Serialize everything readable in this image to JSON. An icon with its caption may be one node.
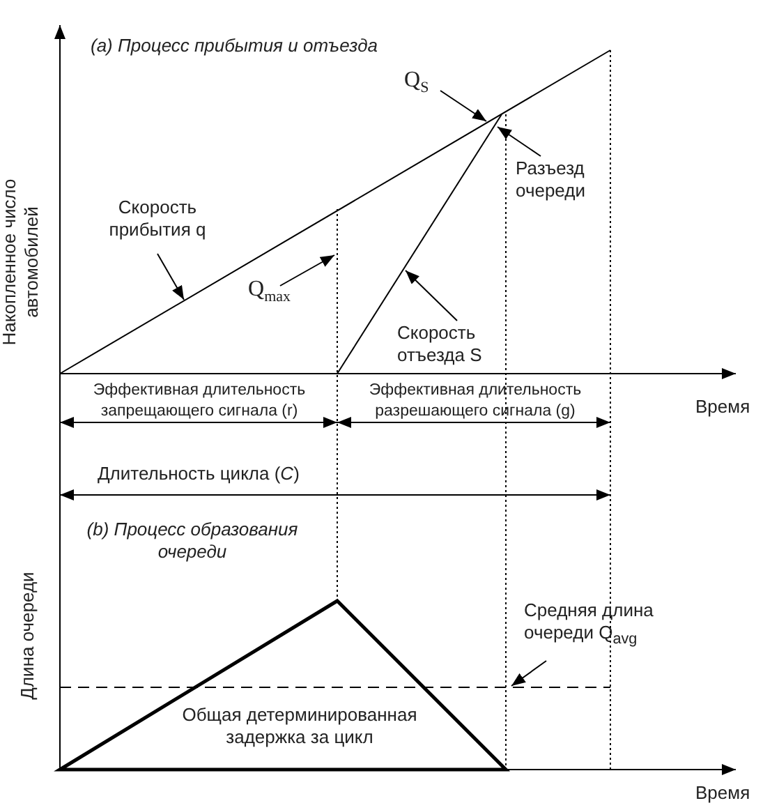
{
  "diagram": {
    "nodes": [
      {
        "text": [
          "Q$_{S}$"
        ]
      },
      {
        "text": [
          "Разъезд очереди"
        ]
      },
      {
        "text": [
          "Скорость прибытия q"
        ]
      },
      {
        "text": [
          "Q$_{max}$"
        ]
      },
      {
        "text": [
          "Скорость отъезда S"
        ]
      },
      {
        "text": [
          "Средняя длина очереди Q$_{avg}$"
        ]
      },
      {
        "text": [],
        "shape": "line"
      }
    ],
    "edges": [
      {
        "from": 0,
        "to": null,
        "arrow": "to"
      },
      {
        "from": 1,
        "to": null,
        "arrow": "to"
      },
      {
        "from": 2,
        "to": null,
        "arrow": "to"
      },
      {
        "from": 3,
        "to": null,
        "arrow": "to"
      },
      {
        "from": 4,
        "to": null,
        "arrow": "to"
      },
      {
        "from": 5,
        "to": 6,
        "arrow": "to"
      }
    ],
    "labels": [
      "(a) Процесс прибытия и отъезда",
      "Накопленное число автомобилей",
      "Эффективная длительность запрещающего сигнала (r)",
      "Эффективная длительность разрешающего сигнала (g)",
      "Время",
      "Длительность цикла (*C*)",
      "(b) Процесс образования очереди",
      "Длина очереди",
      "Общая детерминированная задержка за цикл",
      "Время"
    ]
  }
}
